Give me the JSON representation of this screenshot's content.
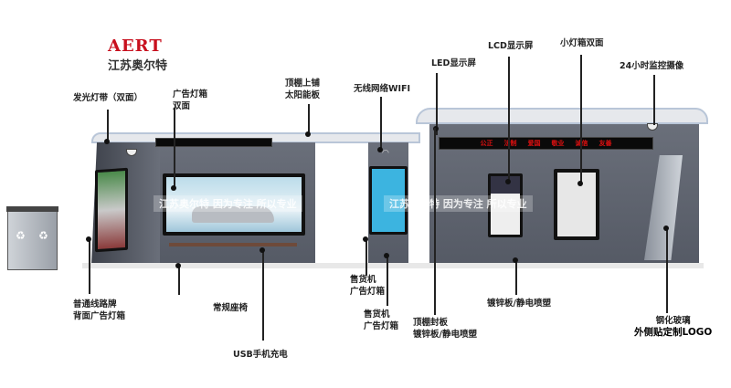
{
  "logo": {
    "brand": "AERT",
    "company": "江苏奥尔特"
  },
  "labels": {
    "light_strip": "发光灯带（双面）",
    "ad_box_1": "广告灯箱",
    "ad_box_2": "双面",
    "roof_1": "顶棚上铺",
    "roof_2": "太阳能板",
    "wifi": "无线网络WIFI",
    "led": "LED显示屏",
    "lcd": "LCD显示屏",
    "small_box": "小灯箱双面",
    "camera": "24小时监控摄像",
    "route_1": "普通线路牌",
    "route_2": "背面广告灯箱",
    "bench": "常规座椅",
    "usb": "USB手机充电",
    "vending_a1": "售货机",
    "vending_a2": "广告灯箱",
    "vending_b1": "售货机",
    "vending_b2": "广告灯箱",
    "ceiling_1": "顶棚封板",
    "ceiling_2": "镀锌板/静电喷塑",
    "panel": "镀锌板/静电喷塑",
    "glass_1": "钢化玻璃",
    "glass_2": "外侧贴定制LOGO"
  },
  "led_text": [
    "公正",
    "法制",
    "爱国",
    "敬业",
    "诚信",
    "友善"
  ],
  "watermark": {
    "left": "江苏奥尔特 因为专注 所以专业",
    "right": "江苏奥尔特 因为专注 所以专业"
  },
  "colors": {
    "brand": "#c8101e",
    "led": "#e01010",
    "panel": "#5a5f6a"
  }
}
